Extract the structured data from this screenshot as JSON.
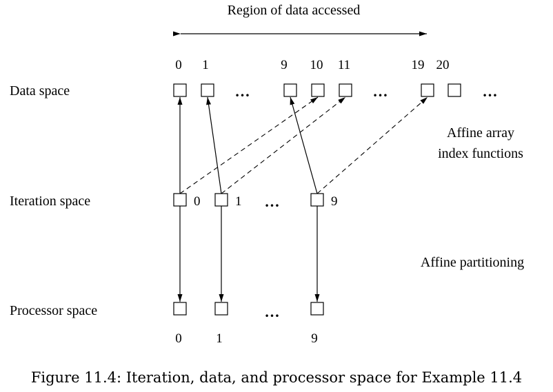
{
  "title": "Region of data accessed",
  "rows": {
    "data_space": "Data space",
    "iteration_space": "Iteration space",
    "processor_space": "Processor space"
  },
  "notes": {
    "affine_line1": "Affine array",
    "affine_line2": "index functions",
    "affine_partitioning": "Affine partitioning"
  },
  "data_indices": [
    "0",
    "1",
    "9",
    "10",
    "11",
    "19",
    "20"
  ],
  "iteration_indices": [
    "0",
    "1",
    "9"
  ],
  "processor_indices": [
    "0",
    "1",
    "9"
  ],
  "ellipsis": "…",
  "caption": "Figure 11.4: Iteration, data, and processor space for Example 11.4"
}
